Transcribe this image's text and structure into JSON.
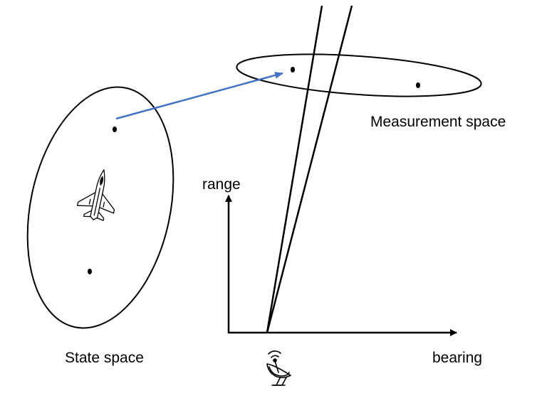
{
  "diagram": {
    "labels": {
      "measurement_space": "Measurement space",
      "state_space": "State space",
      "range_axis": "range",
      "bearing_axis": "bearing"
    },
    "colors": {
      "stroke": "#000000",
      "mapping_arrow": "#4472C4",
      "background": "#ffffff"
    },
    "icons": {
      "target": "fighter-jet-icon",
      "sensor": "radar-dish-icon"
    }
  }
}
